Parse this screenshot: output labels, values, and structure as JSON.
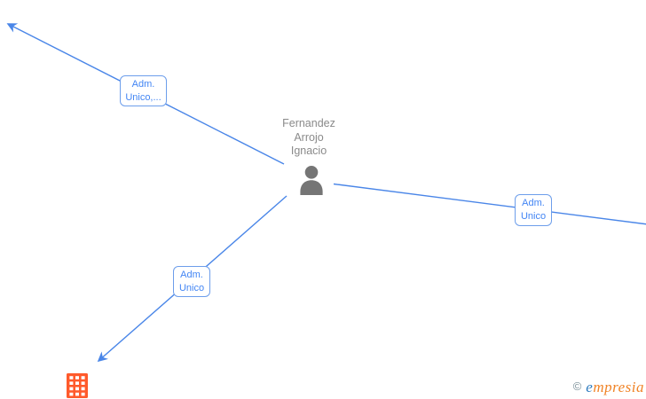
{
  "graph": {
    "center_person": {
      "name_line1": "Fernandez",
      "name_line2": "Arrojo",
      "name_line3": "Ignacio"
    },
    "edge_labels": [
      {
        "line1": "Adm.",
        "line2": "Unico,..."
      },
      {
        "line1": "Adm.",
        "line2": "Unico"
      },
      {
        "line1": "Adm.",
        "line2": "Unico"
      }
    ]
  },
  "watermark": {
    "copyright_symbol": "©",
    "brand_initial": "e",
    "brand_rest": "mpresia"
  },
  "colors": {
    "edge_line": "#4a86e8",
    "edge_label_border": "#6d9eeb",
    "edge_label_text": "#4285f4",
    "person_icon": "#757575",
    "person_name_text": "#8a8a8a",
    "building_icon": "#ff5a2b",
    "brand_initial": "#2d7bbf",
    "brand_rest": "#f08326",
    "copyright_symbol": "#7a8f99"
  }
}
